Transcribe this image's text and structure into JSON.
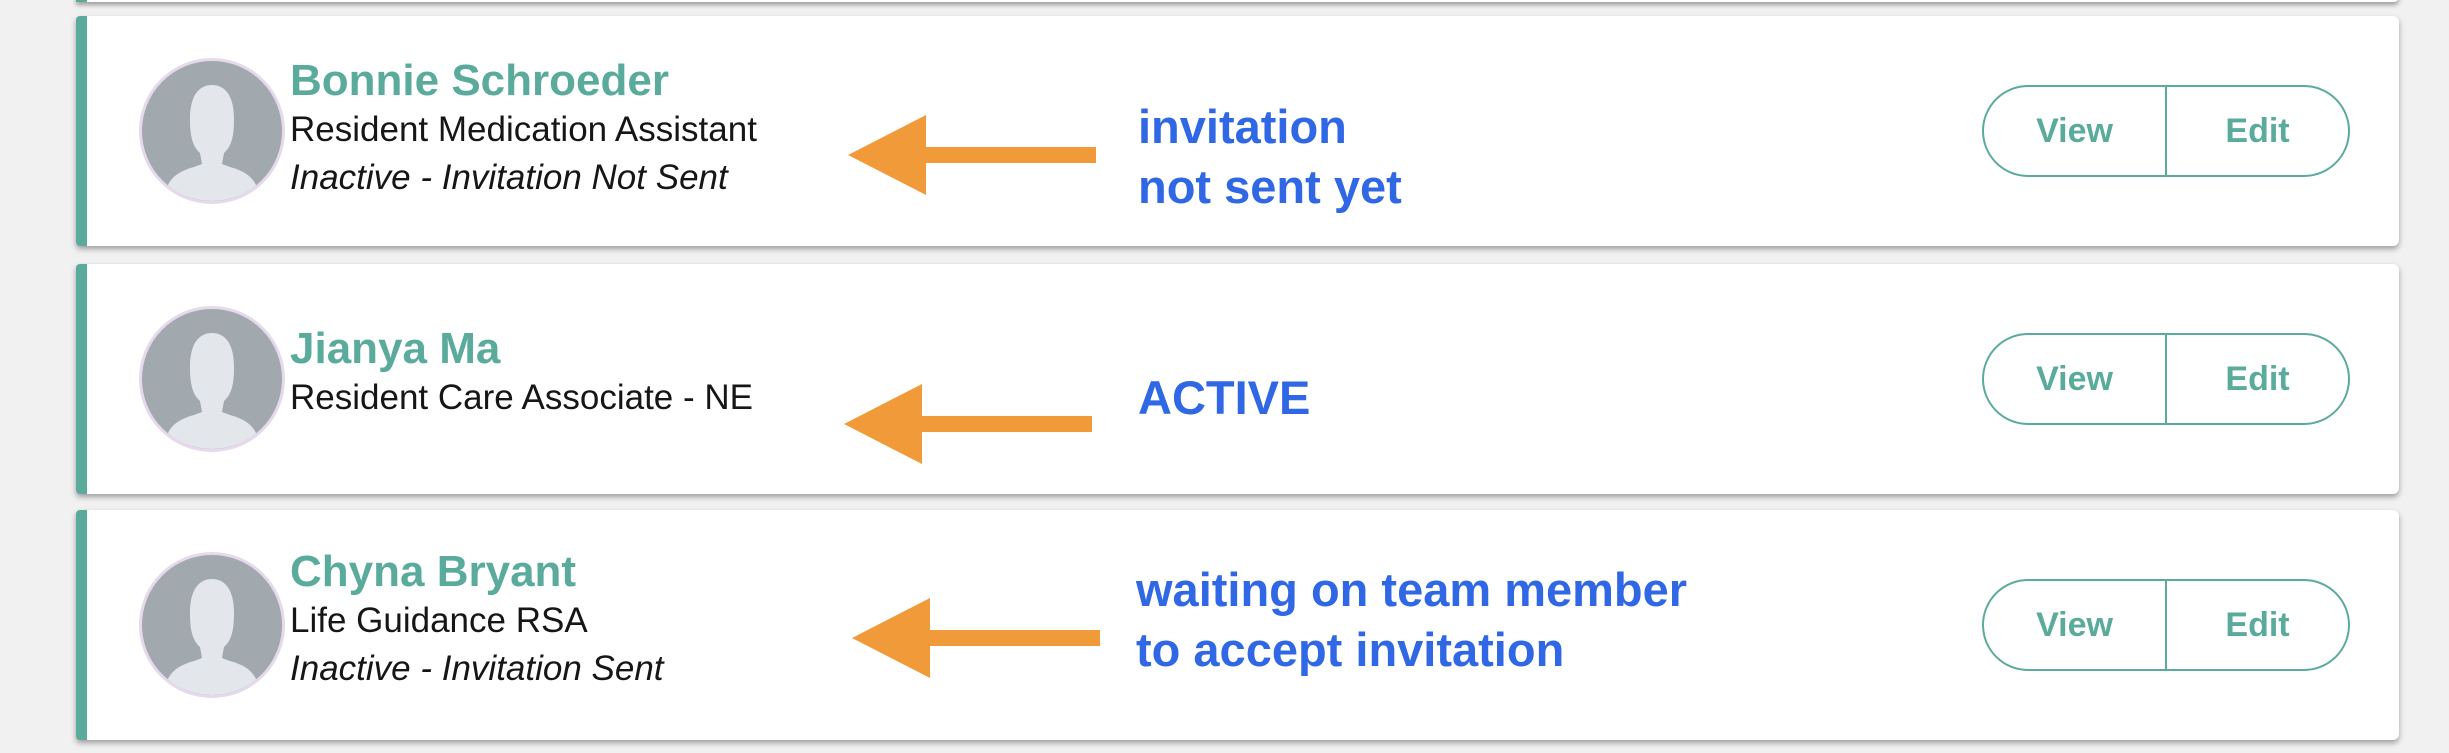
{
  "members": [
    {
      "name": "Bonnie Schroeder",
      "role": "Resident Medication Assistant",
      "status": "Inactive - Invitation Not Sent"
    },
    {
      "name": "Jianya Ma",
      "role": "Resident Care Associate - NE",
      "status": ""
    },
    {
      "name": "Chyna Bryant",
      "role": "Life Guidance RSA",
      "status": "Inactive - Invitation Sent"
    }
  ],
  "buttons": {
    "view_label": "View",
    "edit_label": "Edit"
  },
  "annotations": {
    "note_1_line_1": "invitation",
    "note_1_line_2": "not sent yet",
    "note_2_line_1": "ACTIVE",
    "note_3_line_1": "waiting on team member",
    "note_3_line_2": "to accept invitation"
  },
  "colors": {
    "accent": "#5aab9c",
    "annotation_text": "#2f67e4",
    "arrow": "#f19a3a",
    "avatar_bg": "#a2a9ae"
  },
  "icons": {
    "avatar": "person-silhouette-icon",
    "arrow": "left-arrow-icon"
  }
}
